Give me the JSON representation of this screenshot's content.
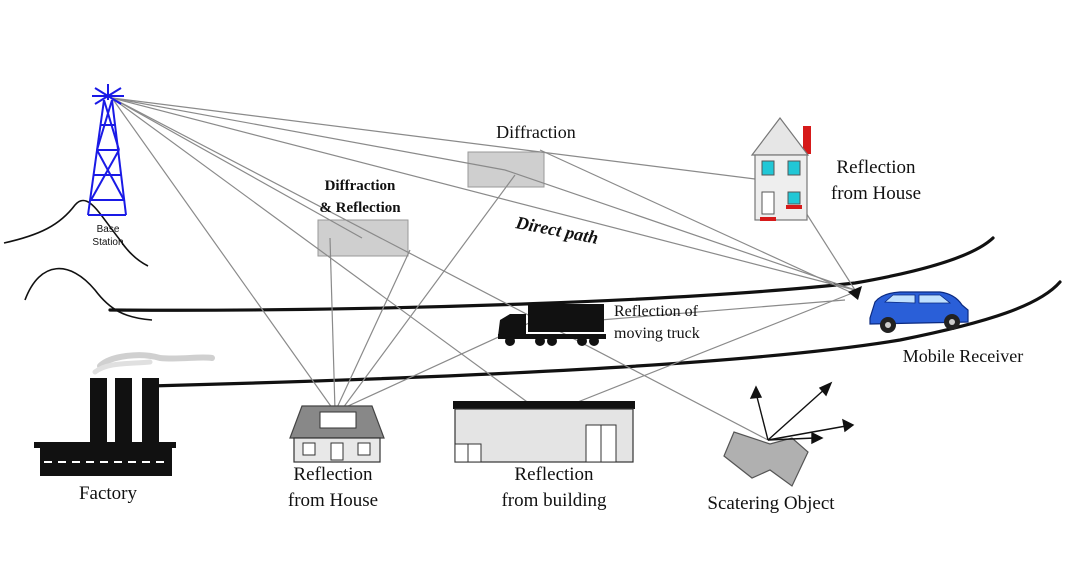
{
  "labels": {
    "base_station_line1": "Base",
    "base_station_line2": "Station",
    "diffraction": "Diffraction",
    "diffraction_reflection_line1": "Diffraction",
    "diffraction_reflection_line2": "& Reflection",
    "direct_path": "Direct path",
    "reflection_house_top_line1": "Reflection",
    "reflection_house_top_line2": "from House",
    "reflection_truck_line1": "Reflection of",
    "reflection_truck_line2": "moving truck",
    "mobile_receiver": "Mobile Receiver",
    "factory": "Factory",
    "reflection_house_bottom_line1": "Reflection",
    "reflection_house_bottom_line2": "from House",
    "reflection_building_line1": "Reflection",
    "reflection_building_line2": "from building",
    "scattering_object": "Scatering Object"
  },
  "colors": {
    "tower": "#1a1ae6",
    "car": "#2a5fd8",
    "house_window": "#21c7d6",
    "house_chimney": "#d61a1a",
    "obstacle_fill": "#cfcfcf",
    "ray": "#8a8a8a"
  }
}
